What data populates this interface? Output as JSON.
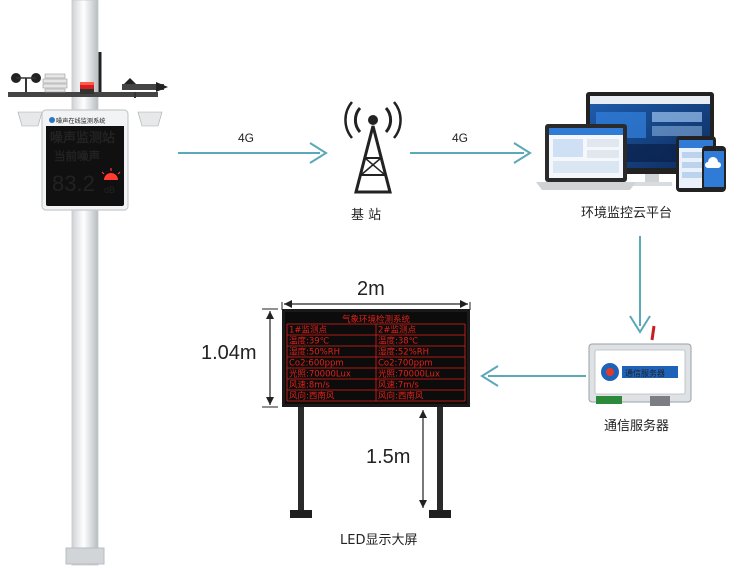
{
  "station": {
    "header": "噪声在线监测系统",
    "line1": "噪声监测站",
    "line2": "当前噪声",
    "value": "83.2",
    "unit": "dB"
  },
  "links": {
    "arrow1": "4G",
    "arrow2": "4G"
  },
  "labels": {
    "base_station": "基 站",
    "cloud_platform": "环境监控云平台",
    "comm_server": "通信服务器",
    "led_screen": "LED显示大屏",
    "device_text": "通信服务器"
  },
  "dimensions": {
    "width": "2m",
    "height": "1.04m",
    "pole": "1.5m"
  },
  "led": {
    "title": "气象环境检测系统",
    "rows": [
      [
        "1#监测点",
        "2#监测点"
      ],
      [
        "温度:39℃",
        "温度:38℃"
      ],
      [
        "湿度:50%RH",
        "湿度:52%RH"
      ],
      [
        "Co2:600ppm",
        "Co2:700ppm"
      ],
      [
        "光照:70000Lux",
        "光照:70000Lux"
      ],
      [
        "风速:8m/s",
        "风速:7m/s"
      ],
      [
        "风向:西南风",
        "风向:西南风"
      ]
    ]
  },
  "colors": {
    "arrow": "#5aa8b8",
    "led_red": "#e0201a",
    "station_green": "#2fd34a",
    "station_red": "#ff3b2f"
  }
}
